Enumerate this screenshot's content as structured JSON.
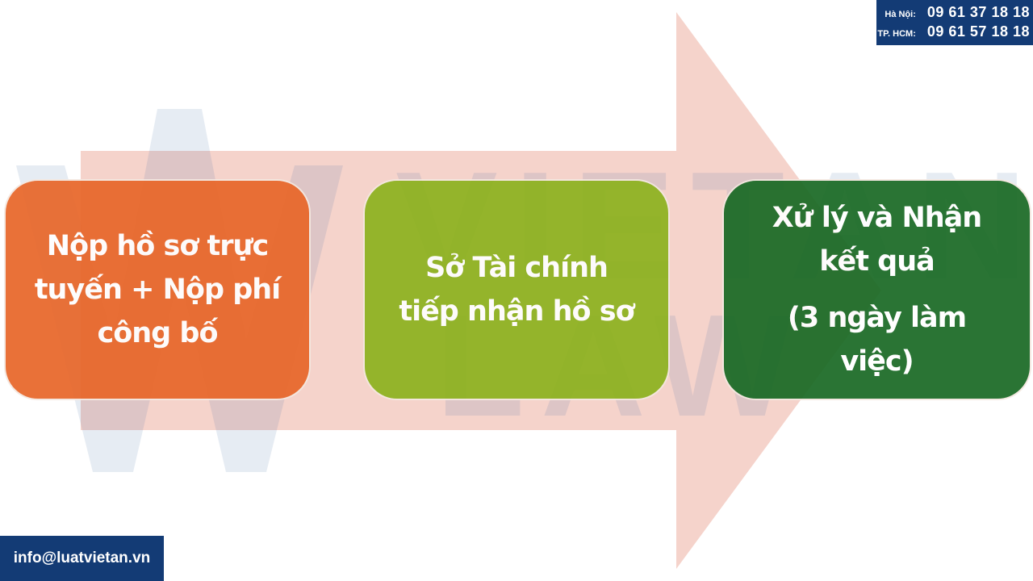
{
  "watermark": {
    "text_top": "VIETAN",
    "text_bottom": "LAW"
  },
  "steps": [
    {
      "lines": [
        "Nộp hồ sơ trực",
        "tuyến + Nộp phí",
        "công bố"
      ],
      "color": "#e8672a"
    },
    {
      "lines": [
        "Sở Tài chính",
        "tiếp nhận hồ sơ"
      ],
      "color": "#8db21f"
    },
    {
      "lines": [
        "Xử lý và Nhận",
        "kết quả"
      ],
      "sub_lines": [
        "(3 ngày làm",
        "việc)"
      ],
      "color": "#1a6a25"
    }
  ],
  "contact": {
    "hanoi_label": "Hà Nội:",
    "hanoi_phone": "09 61 37 18 18",
    "hcm_label": "TP. HCM:",
    "hcm_phone": "09 61 57 18 18",
    "email": "info@luatvietan.vn"
  },
  "colors": {
    "arrow": "#f5d3cb",
    "contact_bg": "#133b75"
  }
}
